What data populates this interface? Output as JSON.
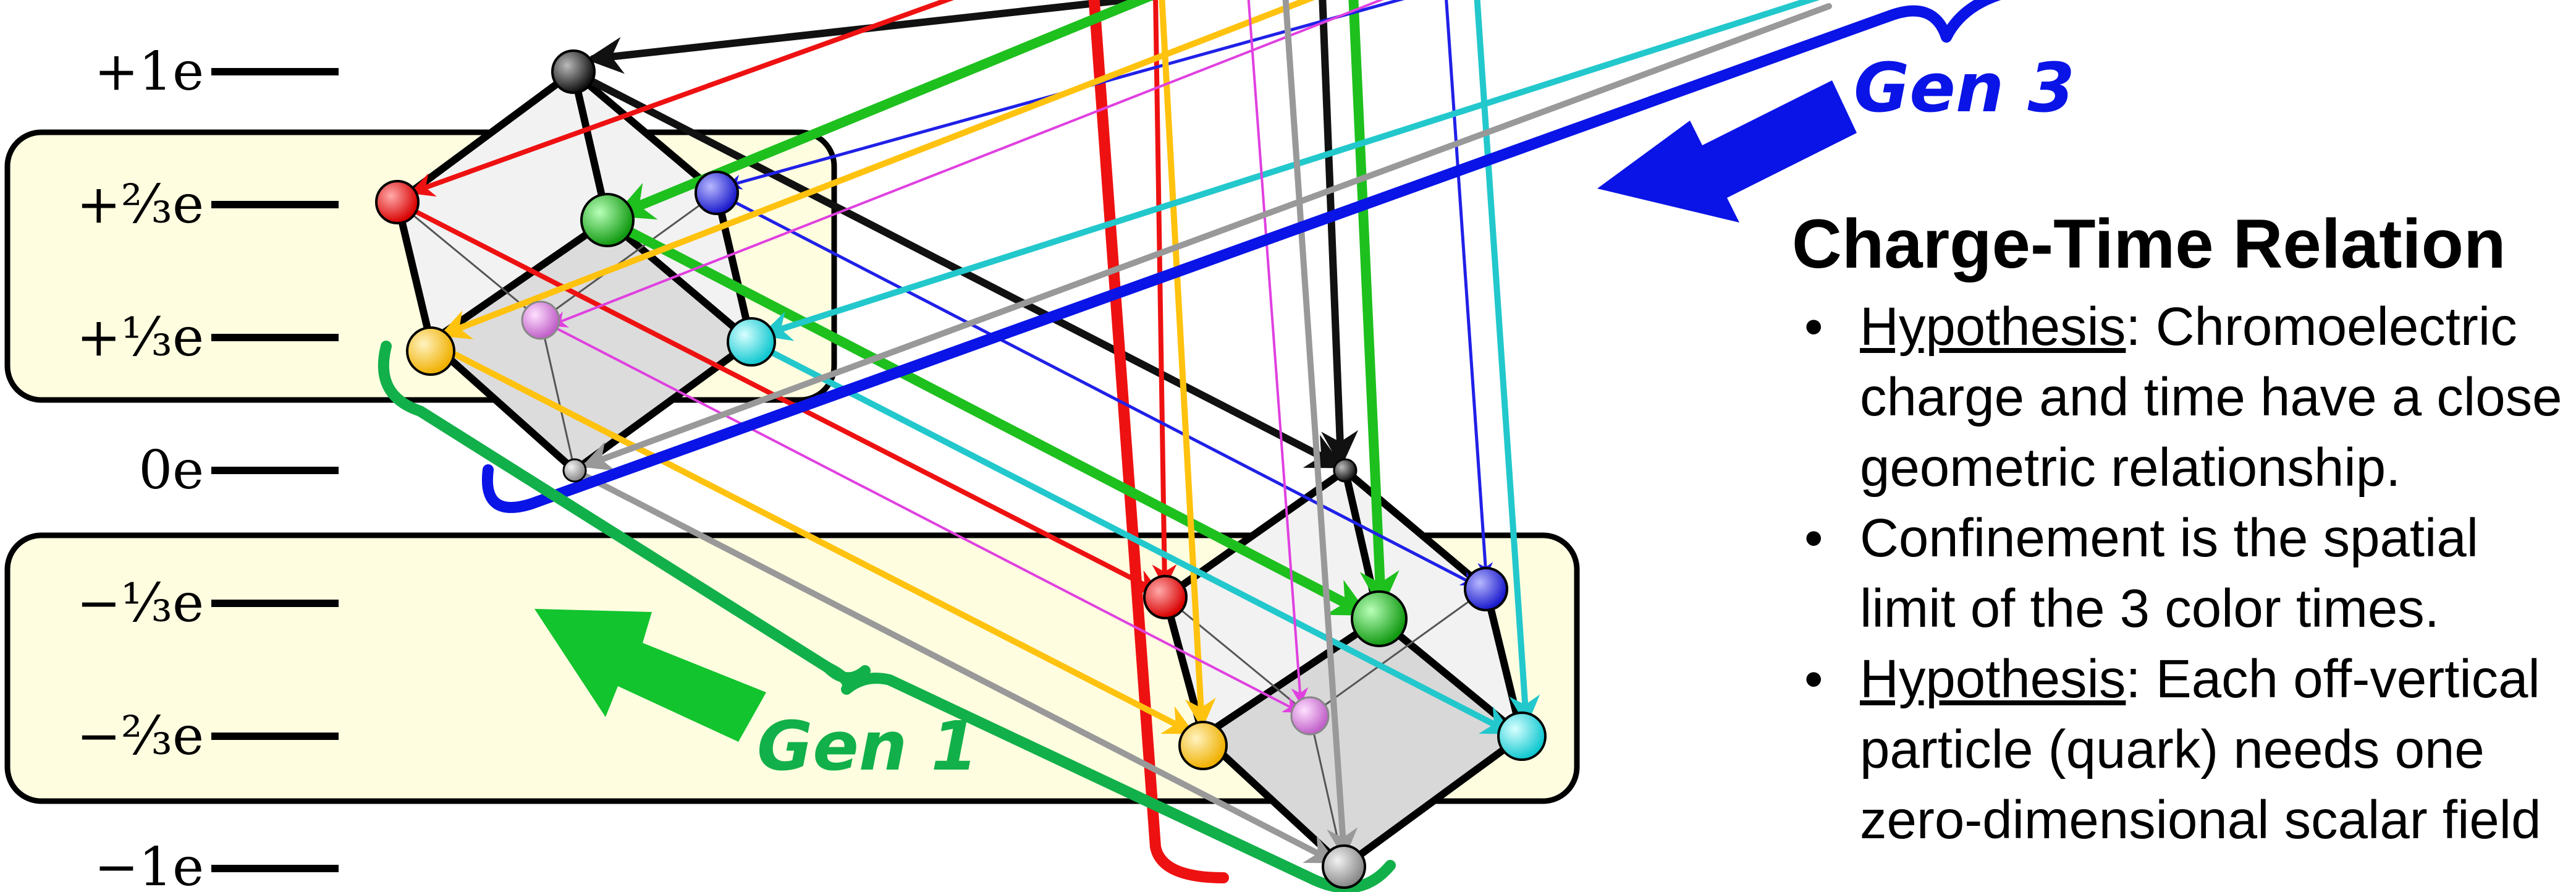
{
  "charge_levels": [
    {
      "label": "+1e"
    },
    {
      "label": "+⅔e"
    },
    {
      "label": "+⅓e"
    },
    {
      "label": "0e"
    },
    {
      "label": "−⅓e"
    },
    {
      "label": "−⅔e"
    },
    {
      "label": "−1e"
    }
  ],
  "generations": [
    {
      "label": "Gen 3",
      "color": "#0a14e6"
    },
    {
      "label": "Gen 1",
      "color": "#12b04a"
    }
  ],
  "relation": {
    "title": "Charge-Time Relation",
    "bullet_symbol": "•",
    "points": [
      {
        "key": "Hypothesis",
        "lines": [
          ": Chromoelectric",
          "charge and time have a close",
          "geometric relationship."
        ]
      },
      {
        "key": "",
        "lines": [
          "Confinement is the spatial",
          "limit of the 3 color times."
        ]
      },
      {
        "key": "Hypothesis",
        "lines": [
          ": Each off-vertical",
          "particle (quark) needs one",
          "zero-dimensional scalar field"
        ]
      }
    ]
  },
  "colors": {
    "black": "#111111",
    "red": "#ee1111",
    "green": "#1ec01e",
    "blue": "#2020e8",
    "yellow": "#ffc20e",
    "cyan": "#22c8cc",
    "magenta": "#e040e0",
    "gray": "#999999",
    "band": "#fffde0"
  }
}
